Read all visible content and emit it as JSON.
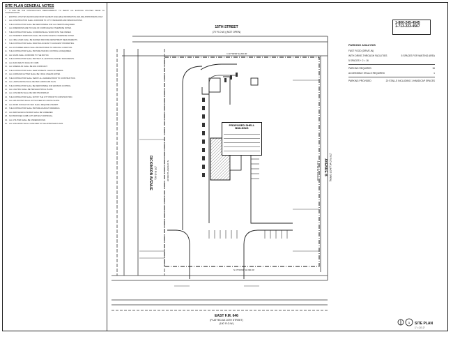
{
  "notes": {
    "title": "SITE PLAN GENERAL NOTES",
    "items": [
      "IT WILL BE THE CONTRACTOR'S RESPONSIBILITY TO VERIFY ALL EXISTING UTILITIES PRIOR TO CONSTRUCTION.",
      "EXISTING UTILITIES SHOWN ARE FROM THE BEST AVAILABLE INFORMATION AND ARE APPROXIMATE ONLY.",
      "ALL CONSTRUCTION SHALL CONFORM TO CITY STANDARDS AND SPECIFICATIONS.",
      "THE CONTRACTOR SHALL BE RESPONSIBLE FOR ALL PERMITS REQUIRED.",
      "ALL DIMENSIONS ARE TO FACE OF CURB UNLESS OTHERWISE NOTED.",
      "THE CONTRACTOR SHALL COORDINATE ALL WORK WITH THE OWNER.",
      "ALL PAVEMENT MARKINGS SHALL BE WHITE UNLESS OTHERWISE NOTED.",
      "ALL FIRE LANES SHALL BE MARKED PER FIRE DEPARTMENT REQUIREMENTS.",
      "THE CONTRACTOR SHALL MAINTAIN ACCESS TO ADJACENT PROPERTIES.",
      "ALL DISTURBED AREAS SHALL BE RESTORED TO ORIGINAL CONDITION.",
      "THE CONTRACTOR SHALL PROVIDE TRAFFIC CONTROL AS REQUIRED.",
      "ALL SIGNS SHALL CONFORM TO THE MUTCD.",
      "THE CONTRACTOR SHALL PROTECT ALL EXISTING SURVEY MONUMENTS.",
      "ALL RADII ARE TO FACE OF CURB.",
      "ALL SIDEWALKS SHALL BE ADA COMPLIANT.",
      "THE CONTRACTOR SHALL KEEP STREETS CLEAN OF DEBRIS.",
      "ALL CURB AND GUTTER SHALL BE 6 INCH UNLESS NOTED.",
      "THE CONTRACTOR SHALL VERIFY ALL GRADES PRIOR TO CONSTRUCTION.",
      "ALL LANDSCAPING SHALL BE PER LANDSCAPE PLAN.",
      "THE CONTRACTOR SHALL BE RESPONSIBLE FOR EROSION CONTROL.",
      "ALL LIGHTING SHALL BE PER ELECTRICAL PLANS.",
      "ALL CONCRETE SHALL BE 3000 PSI MINIMUM.",
      "THE CONTRACTOR SHALL NOTIFY THE CITY PRIOR TO CONSTRUCTION.",
      "ALL ADA ROUTES SHALL NOT EXCEED 2% CROSS SLOPE.",
      "ALL WORK IN RIGHT-OF-WAY SHALL REQUIRE A PERMIT.",
      "THE CONTRACTOR SHALL PROVIDE AS-BUILT DRAWINGS.",
      "ALL REFUSE ENCLOSURES SHALL BE SCREENED.",
      "NO PROPOSED CURB CUTS WITHOUT APPROVAL.",
      "ALL UTILITIES SHALL BE UNDERGROUND.",
      "ALL SITE WORK SHALL CONFORM TO THE APPROVED PLANS."
    ]
  },
  "streets": {
    "north_name": "15TH STREET",
    "north_row": "(70' R.O.W.) (NOT OPEN)",
    "west_name": "DICKINSON AVENUE",
    "west_row": "(70' R.O.W.)",
    "south_name": "EAST F.M. 646",
    "south_row1": "(PLATTED AS 16TH STREET)",
    "south_row2": "(100' R.O.W.)",
    "east_name": "AVENUE B",
    "east_row": "(70' R.O.W.) (NOT OPEN)"
  },
  "boundary": {
    "north": "N 47°00'00\" E 200.00'",
    "south": "S 47°00'00\" W 200.00'",
    "east": "S 43°00'00\" E 200.00'",
    "west": "N 43°00'00\" W 200.00'"
  },
  "callout": {
    "title": "PROPOSED SHELL BUILDING"
  },
  "phone": {
    "line1": "1-800-245-4545",
    "line2": "1-713-223-4567"
  },
  "parking": {
    "title": "PARKING ANALYSIS",
    "rows": [
      {
        "label": "FAST FOOD (DRIVE-IN)",
        "value": ""
      },
      {
        "label": "WITH DRIVE-THROUGH FACILITIES",
        "value": "5 SPACES FOR WAITING AREA"
      },
      {
        "label": "5 SPACES + 2 = 16",
        "value": ""
      },
      {
        "label": "PARKING REQUIRED",
        "value": "16"
      },
      {
        "label": "ACCESSIBLE STALLS REQUIRED",
        "value": "1"
      },
      {
        "label": "PARKING PROVIDED",
        "value": "20 STALLS INCLUDING 1 HANDICAP SPACES"
      }
    ]
  },
  "title_block": {
    "title": "SITE PLAN",
    "scale": "1\" = 20'-0\"",
    "sheet_number": "1",
    "sheet_ref": "C1"
  },
  "colors": {
    "line": "#222222",
    "hatch": "#555555",
    "paper": "#ffffff"
  }
}
